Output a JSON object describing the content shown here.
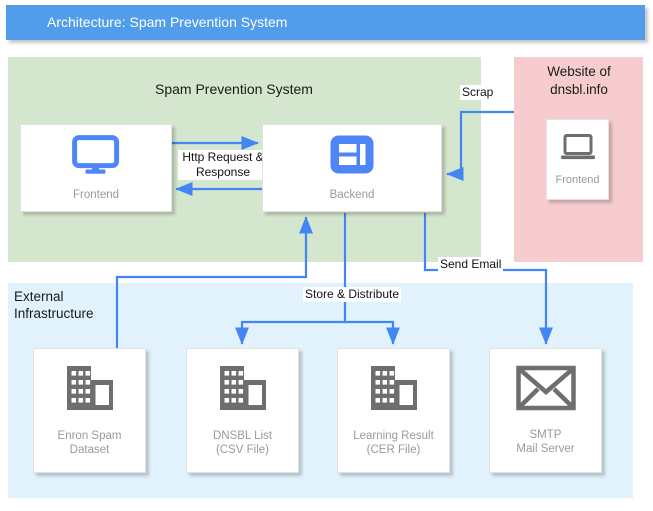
{
  "diagram": {
    "title": "Architecture: Spam Prevention System",
    "title_bar_color": "#519ceb",
    "accent_arrow_color": "#4285f4",
    "icon_gray": "#6e6e6e",
    "label_gray": "#9a9a9a"
  },
  "zones": {
    "spam_prevention": {
      "label": "Spam Prevention System",
      "color": "#d4e6cd"
    },
    "dnsbl_website": {
      "label": "Website of\ndnsbl.info",
      "color": "#f6ccce"
    },
    "external_infrastructure": {
      "label": "External\nInfrastructure",
      "color": "#e2f2fc"
    }
  },
  "nodes": {
    "frontend": {
      "label": "Frontend",
      "icon": "monitor-icon"
    },
    "backend": {
      "label": "Backend",
      "icon": "dashboard-icon"
    },
    "dnsbl_frontend": {
      "label": "Frontend",
      "icon": "laptop-icon"
    },
    "enron_dataset": {
      "label": "Enron Spam\nDataset",
      "icon": "database-building-icon"
    },
    "dnsbl_list": {
      "label": "DNSBL List\n(CSV File)",
      "icon": "database-building-icon"
    },
    "learning_result": {
      "label": "Learning Result\n(CER File)",
      "icon": "database-building-icon"
    },
    "smtp_server": {
      "label": "SMTP\nMail Server",
      "icon": "envelope-icon"
    }
  },
  "edges": {
    "http": {
      "label": "Http Request &\nResponse"
    },
    "scrap": {
      "label": "Scrap"
    },
    "send_email": {
      "label": "Send Email"
    },
    "store_distribute": {
      "label": "Store & Distribute"
    }
  }
}
